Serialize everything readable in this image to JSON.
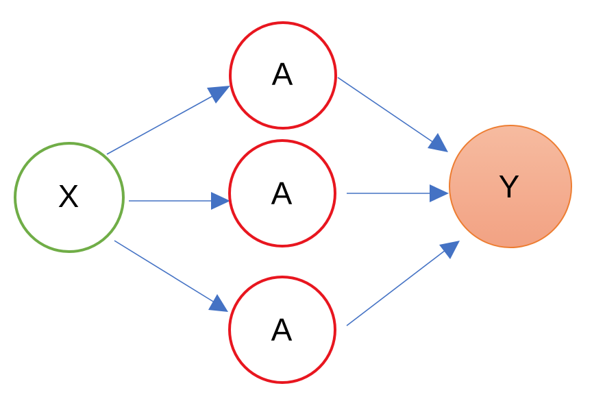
{
  "diagram": {
    "colors": {
      "input_stroke": "#70AD47",
      "hidden_stroke": "#E8161F",
      "output_stroke": "#ED7D31",
      "output_fill_top": "#F6BBA0",
      "output_fill_bottom": "#F2A283",
      "edge": "#4472C4"
    },
    "nodes": {
      "input": {
        "label": "X"
      },
      "hidden_1": {
        "label": "A"
      },
      "hidden_2": {
        "label": "A"
      },
      "hidden_3": {
        "label": "A"
      },
      "output": {
        "label": "Y"
      }
    },
    "edges": [
      {
        "from": "input",
        "to": "hidden_1"
      },
      {
        "from": "input",
        "to": "hidden_2"
      },
      {
        "from": "input",
        "to": "hidden_3"
      },
      {
        "from": "hidden_1",
        "to": "output"
      },
      {
        "from": "hidden_2",
        "to": "output"
      },
      {
        "from": "hidden_3",
        "to": "output"
      }
    ]
  }
}
